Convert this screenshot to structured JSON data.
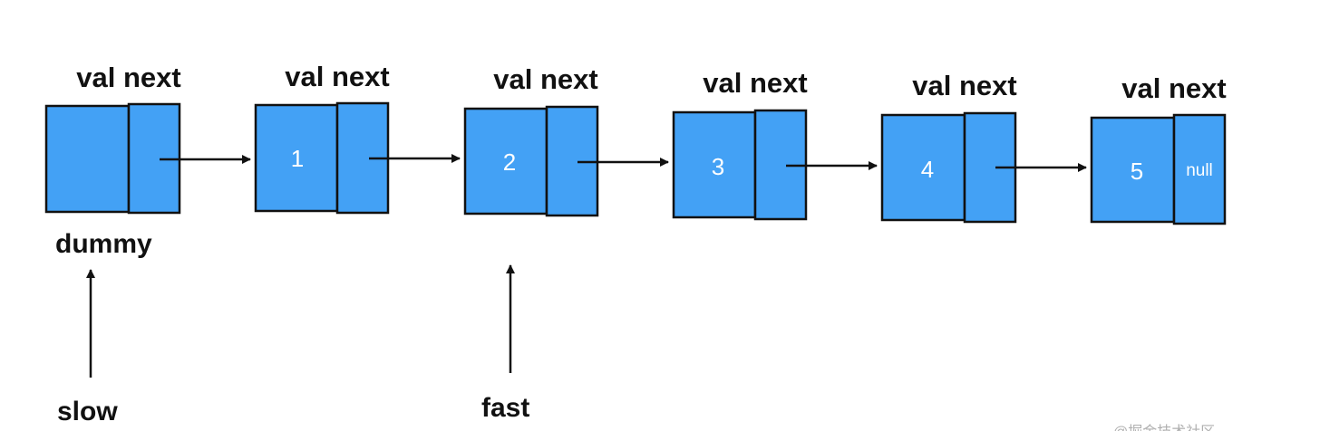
{
  "colors": {
    "node_fill": "#43a1f5",
    "stroke": "#111111",
    "text_on_node": "#ffffff"
  },
  "nodes": [
    {
      "header": "val next",
      "val": "",
      "next": ""
    },
    {
      "header": "val next",
      "val": "1",
      "next": ""
    },
    {
      "header": "val next",
      "val": "2",
      "next": ""
    },
    {
      "header": "val next",
      "val": "3",
      "next": ""
    },
    {
      "header": "val next",
      "val": "4",
      "next": ""
    },
    {
      "header": "val next",
      "val": "5",
      "next": "null"
    }
  ],
  "labels": {
    "dummy": "dummy",
    "slow": "slow",
    "fast": "fast"
  },
  "watermark": "@掘金技术社区"
}
